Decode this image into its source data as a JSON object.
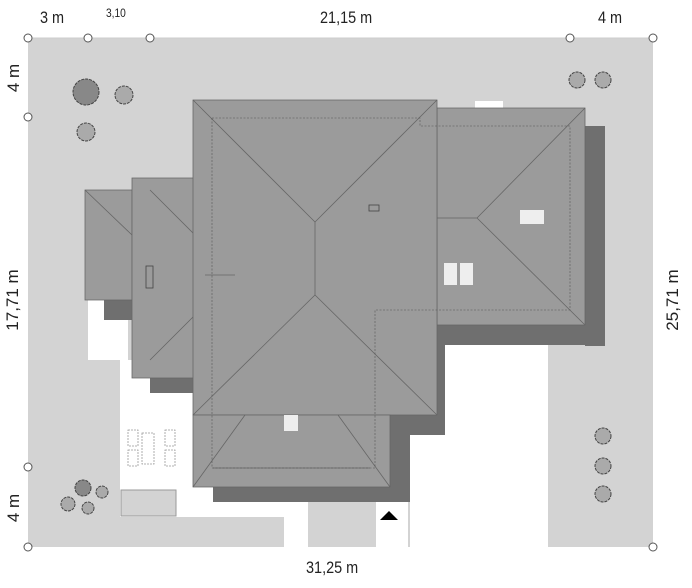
{
  "plan": {
    "dimensions": {
      "top_left": "3 m",
      "top_small": "3,10",
      "top_main": "21,15 m",
      "top_right": "4 m",
      "left_top": "4 m",
      "left_middle": "17,71 m",
      "left_bottom": "4 m",
      "right_total": "25,71 m",
      "bottom_total": "31,25 m"
    },
    "entrance_marker": "triangle-up",
    "colors": {
      "lot": "#d3d3d3",
      "roof": "#9b9b9b",
      "shadow": "#6f6f6f",
      "paving": "#ffffff"
    }
  }
}
